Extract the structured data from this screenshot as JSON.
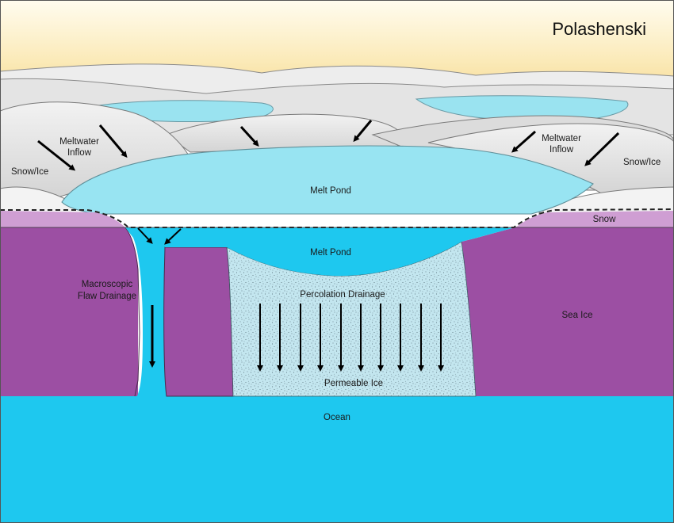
{
  "title": "Polashenski",
  "labels": {
    "snow_ice_left": "Snow/Ice",
    "meltwater_inflow_left_1": "Meltwater",
    "meltwater_inflow_left_2": "Inflow",
    "meltwater_inflow_right_1": "Meltwater",
    "meltwater_inflow_right_2": "Inflow",
    "snow_ice_right": "Snow/Ice",
    "melt_pond_surface": "Melt Pond",
    "snow": "Snow",
    "melt_pond_section": "Melt Pond",
    "macroscopic_1": "Macroscopic",
    "macroscopic_2": "Flaw Drainage",
    "percolation_drainage": "Percolation Drainage",
    "sea_ice": "Sea Ice",
    "permeable_ice": "Permeable Ice",
    "ocean": "Ocean"
  },
  "colors": {
    "sky_top": "#fffbea",
    "sky_bottom": "#f6d98e",
    "snow_ice": "#e8e8e8",
    "snow_ice_shadow": "#c9c9c9",
    "pond_light": "#9ae5f2",
    "pond_deep": "#1ec8ef",
    "ocean": "#1ec8ef",
    "sea_ice": "#9c4fa3",
    "snow_layer": "#cf9ed3",
    "permeable_ice": "#bfe4ef",
    "outline": "#333333"
  }
}
